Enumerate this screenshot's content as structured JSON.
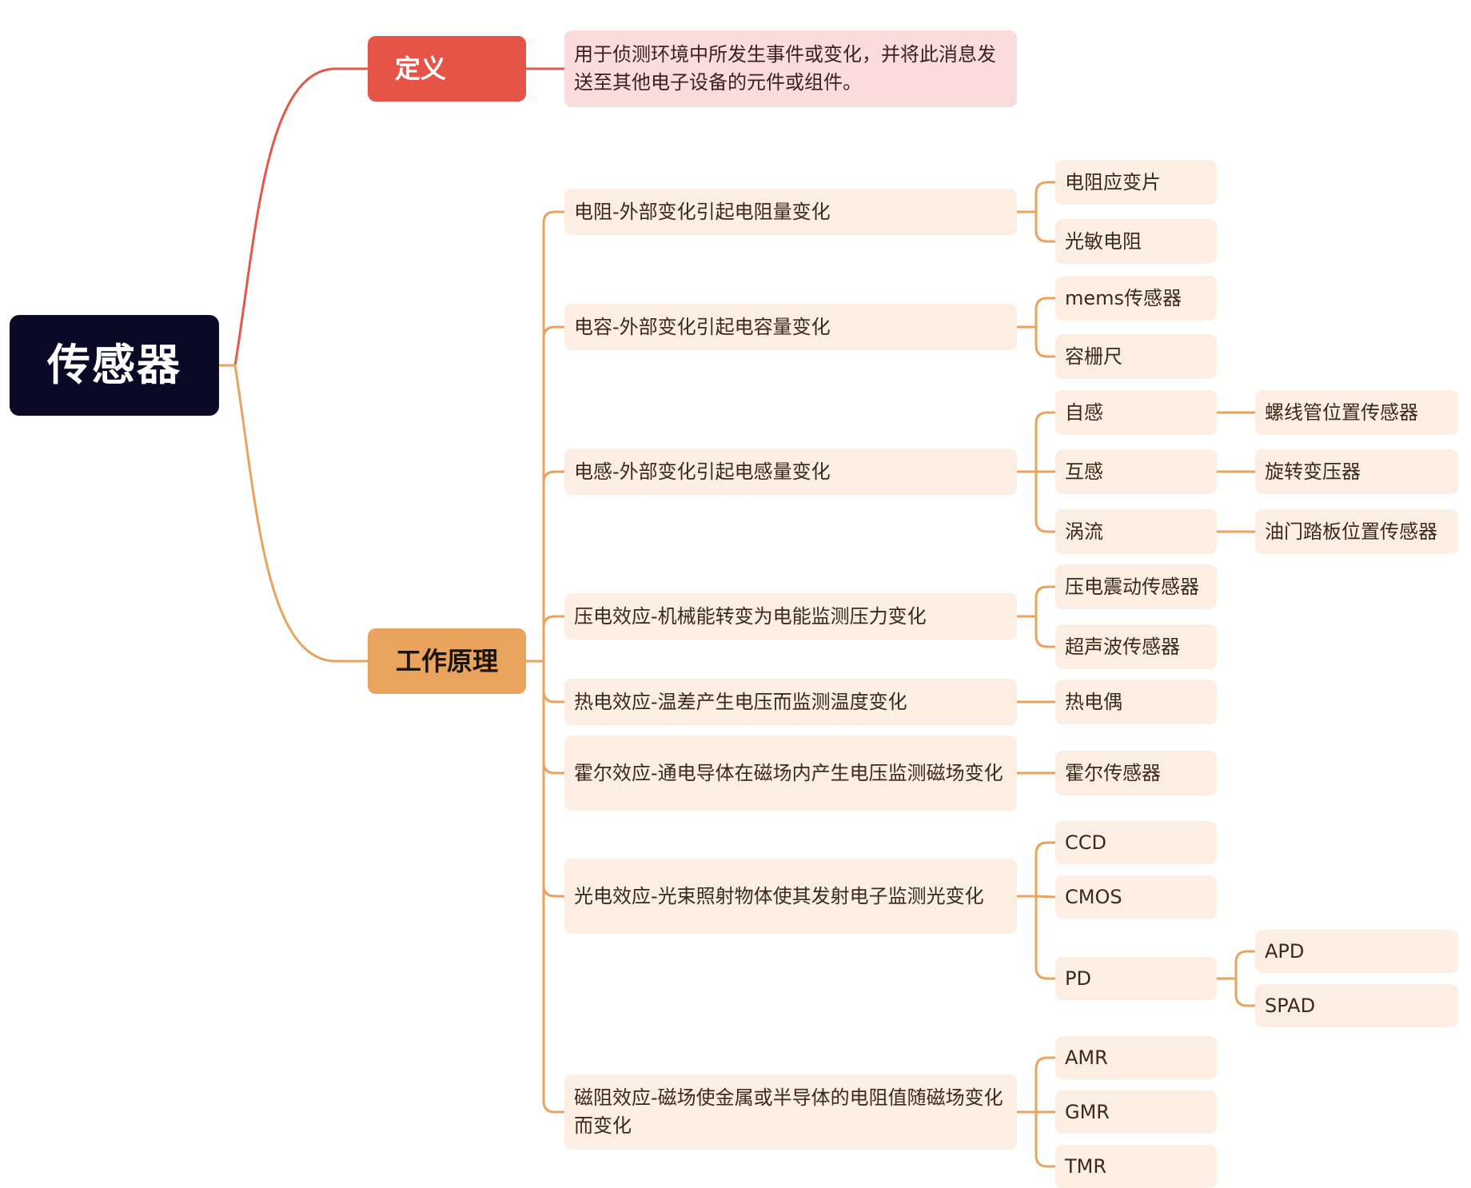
{
  "root": {
    "label": "传感器"
  },
  "definition": {
    "label": "定义",
    "text": "用于侦测环境中所发生事件或变化，并将此消息发送至其他电子设备的元件或组件。"
  },
  "principle": {
    "label": "工作原理",
    "items": [
      {
        "label": "电阻-外部变化引起电阻量变化",
        "children": [
          {
            "label": "电阻应变片"
          },
          {
            "label": "光敏电阻"
          }
        ]
      },
      {
        "label": "电容-外部变化引起电容量变化",
        "children": [
          {
            "label": "mems传感器"
          },
          {
            "label": "容栅尺"
          }
        ]
      },
      {
        "label": "电感-外部变化引起电感量变化",
        "children": [
          {
            "label": "自感",
            "children": [
              {
                "label": "螺线管位置传感器"
              }
            ]
          },
          {
            "label": "互感",
            "children": [
              {
                "label": "旋转变压器"
              }
            ]
          },
          {
            "label": "涡流",
            "children": [
              {
                "label": "油门踏板位置传感器"
              }
            ]
          }
        ]
      },
      {
        "label": "压电效应-机械能转变为电能监测压力变化",
        "children": [
          {
            "label": "压电震动传感器"
          },
          {
            "label": "超声波传感器"
          }
        ]
      },
      {
        "label": "热电效应-温差产生电压而监测温度变化",
        "children": [
          {
            "label": "热电偶"
          }
        ]
      },
      {
        "label": "霍尔效应-通电导体在磁场内产生电压监测磁场变化",
        "children": [
          {
            "label": "霍尔传感器"
          }
        ]
      },
      {
        "label": "光电效应-光束照射物体使其发射电子监测光变化",
        "children": [
          {
            "label": "CCD"
          },
          {
            "label": "CMOS"
          },
          {
            "label": "PD",
            "children": [
              {
                "label": "APD"
              },
              {
                "label": "SPAD"
              }
            ]
          }
        ]
      },
      {
        "label": "磁阻效应-磁场使金属或半导体的电阻值随磁场变化而变化",
        "children": [
          {
            "label": "AMR"
          },
          {
            "label": "GMR"
          },
          {
            "label": "TMR"
          }
        ]
      }
    ]
  },
  "colors": {
    "root": "#0a0a26",
    "definition_branch": "#e65347",
    "principle_branch": "#eaa35d",
    "leaf_fill": "#fdeee3",
    "definition_fill": "#fbdcdc",
    "link_red": "#e3584a",
    "link_orange": "#eaa35d"
  }
}
